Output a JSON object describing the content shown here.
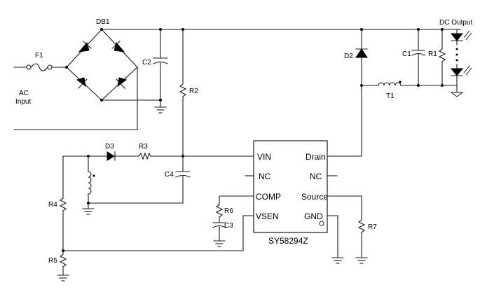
{
  "labels": {
    "db1": "DB1",
    "f1": "F1",
    "ac_input_line1": "AC",
    "ac_input_line2": "Input",
    "c2": "C2",
    "r2": "R2",
    "dc_output": "DC Output",
    "d2": "D2",
    "c1": "C1",
    "r1": "R1",
    "t1": "T1",
    "d3": "D3",
    "r3": "R3",
    "c4": "C4",
    "r4": "R4",
    "r5": "R5",
    "r6": "R6",
    "c3": "C3",
    "r7": "R7"
  },
  "ic": {
    "part_number": "SY58294Z",
    "pins": {
      "vin": "VIN",
      "nc_left": "NC",
      "comp": "COMP",
      "vsen": "VSEN",
      "drain": "Drain",
      "nc_right": "NC",
      "source": "Source",
      "gnd": "GND"
    }
  }
}
